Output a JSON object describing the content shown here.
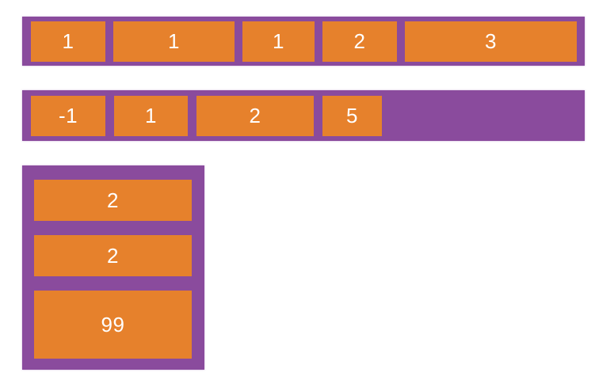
{
  "colors": {
    "container": "#8a4b9d",
    "item": "#e6812c",
    "text": "#ffffff",
    "background": "#ffffff"
  },
  "diagram": {
    "description": "Flexbox diagram: purple flex containers holding orange numbered flex items"
  },
  "containers": [
    {
      "name": "row-1",
      "direction": "row",
      "items": [
        "1",
        "1",
        "1",
        "2",
        "3"
      ]
    },
    {
      "name": "row-2",
      "direction": "row",
      "items": [
        "-1",
        "1",
        "2",
        "5"
      ]
    },
    {
      "name": "column-1",
      "direction": "column",
      "items": [
        "2",
        "2",
        "99"
      ]
    }
  ]
}
